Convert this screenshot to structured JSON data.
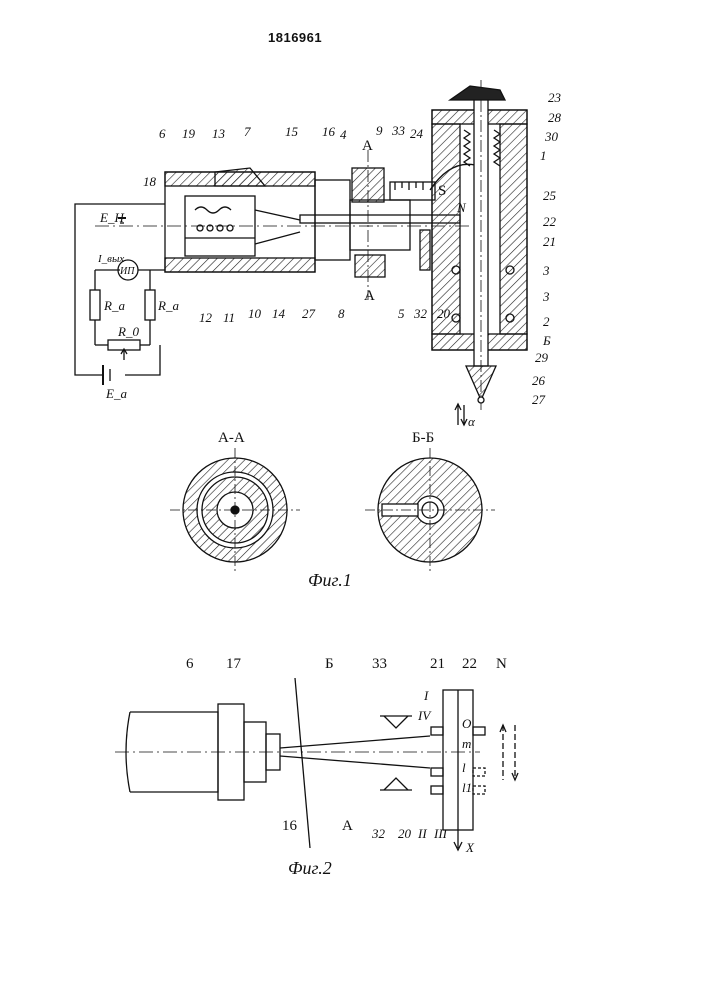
{
  "patent_number": "1816961",
  "figure1": {
    "caption": "Фиг.1",
    "section_titles": [
      "А-А",
      "Б-Б"
    ],
    "labels": [
      "23",
      "28",
      "30",
      "1",
      "33",
      "24",
      "9",
      "4",
      "16",
      "15",
      "7",
      "13",
      "19",
      "6",
      "18",
      "25",
      "22",
      "21",
      "3",
      "3",
      "2",
      "Б",
      "29",
      "26",
      "27",
      "20",
      "32",
      "5",
      "8",
      "27",
      "14",
      "10",
      "11",
      "12",
      "А",
      "А",
      "S",
      "N"
    ],
    "circuit_labels": [
      "E_H",
      "I_вых",
      "ИП",
      "R_a",
      "R_a",
      "R_0",
      "E_a"
    ],
    "motion_label": "α"
  },
  "figure2": {
    "caption": "Фиг.2",
    "labels": [
      "6",
      "17",
      "Б",
      "33",
      "21",
      "22",
      "N",
      "I",
      "IV",
      "O",
      "m",
      "l",
      "l1",
      "16",
      "A",
      "32",
      "20",
      "II",
      "III",
      "X"
    ]
  }
}
